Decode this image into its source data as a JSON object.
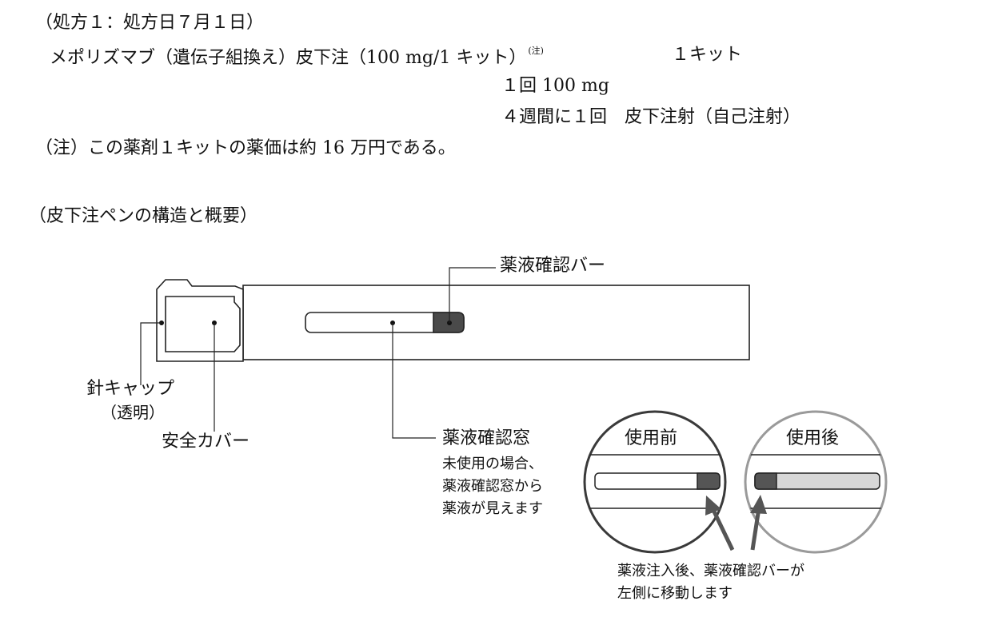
{
  "prescription": {
    "header": "（処方１：処方日７月１日）",
    "drug_name": "メポリズマブ（遺伝子組換え）皮下注（100 mg/1 キット）",
    "note_marker": "(注)",
    "quantity": "１キット",
    "dose": "１回 100 mg",
    "schedule": "４週間に１回　皮下注射（自己注射）",
    "footnote": "（注）この薬剤１キットの薬価は約 16 万円である。"
  },
  "diagram": {
    "section_title": "（皮下注ペンの構造と概要）",
    "labels": {
      "confirm_bar": "薬液確認バー",
      "needle_cap_line1": "針キャップ",
      "needle_cap_line2": "（透明）",
      "safety_cover": "安全カバー",
      "confirm_window": "薬液確認窓",
      "window_desc_1": "未使用の場合、",
      "window_desc_2": "薬液確認窓から",
      "window_desc_3": "薬液が見えます",
      "before_use": "使用前",
      "after_use": "使用後",
      "after_note_1": "薬液注入後、薬液確認バーが",
      "after_note_2": "左側に移動します"
    }
  }
}
